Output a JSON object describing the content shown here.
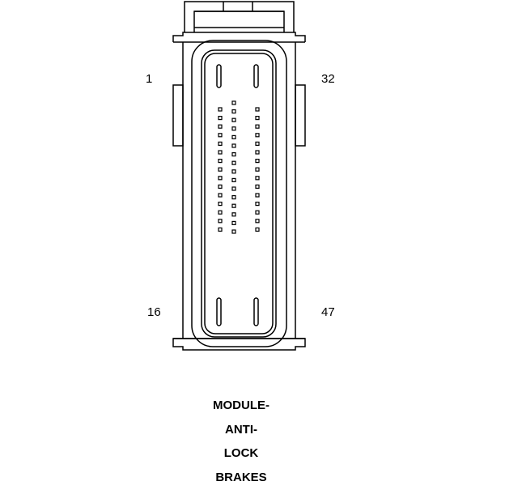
{
  "pin_labels": {
    "top_left": "1",
    "top_right": "32",
    "bottom_left": "16",
    "bottom_right": "47"
  },
  "caption": {
    "line1": "MODULE-",
    "line2": "ANTI-",
    "line3": "LOCK",
    "line4": "BRAKES"
  }
}
